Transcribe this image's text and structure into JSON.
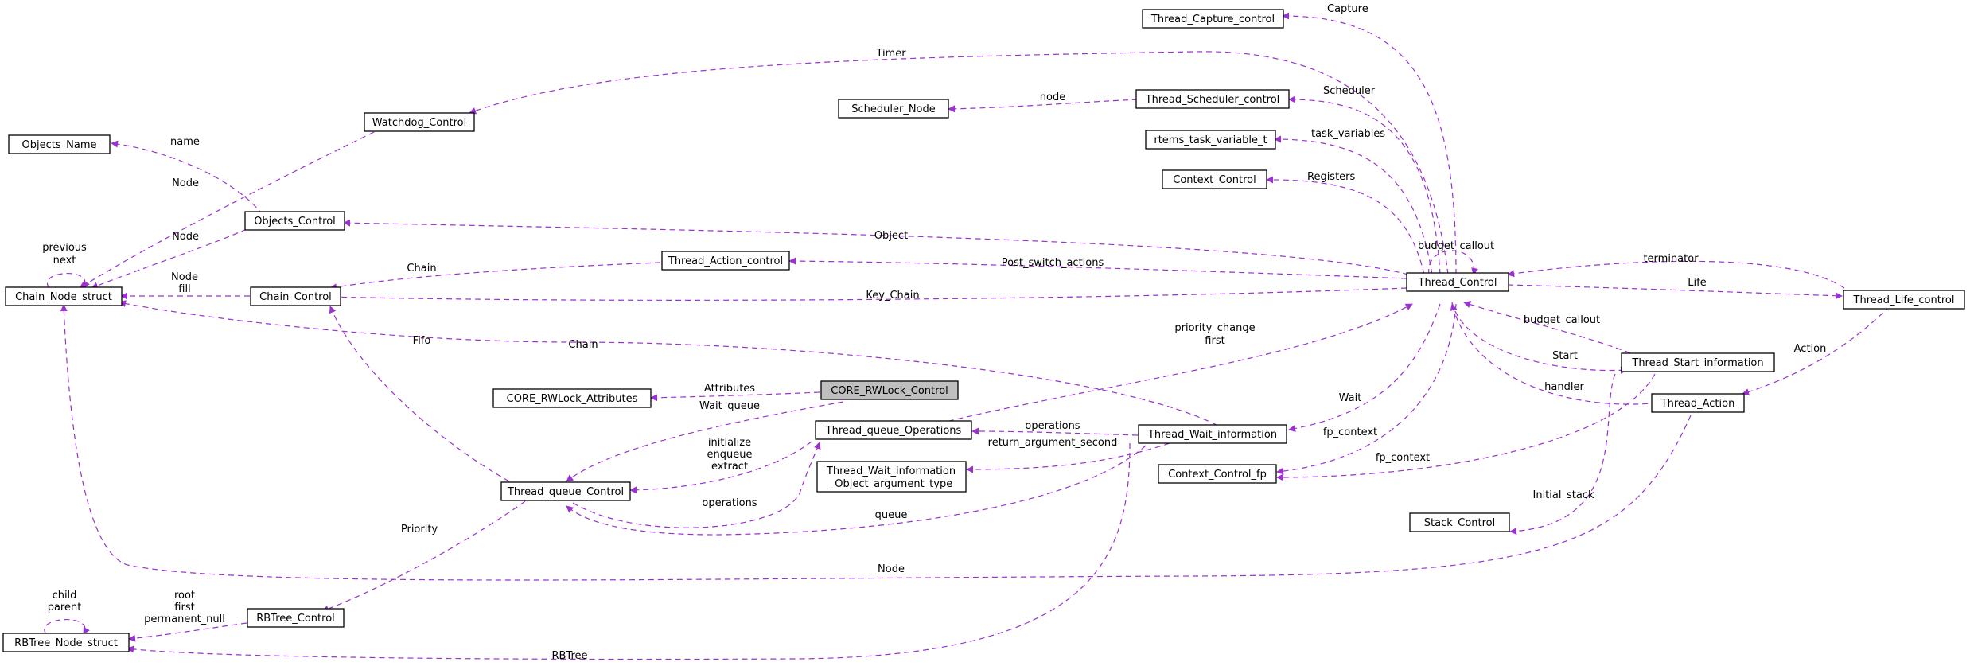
{
  "nodes": {
    "objects_name": "Objects_Name",
    "chain_node_struct": "Chain_Node_struct",
    "watchdog_control": "Watchdog_Control",
    "objects_control": "Objects_Control",
    "chain_control": "Chain_Control",
    "rbtree_node_struct": "RBTree_Node_struct",
    "rbtree_control": "RBTree_Control",
    "thread_queue_control": "Thread_queue_Control",
    "core_rwlock_attributes": "CORE_RWLock_Attributes",
    "core_rwlock_control": "CORE_RWLock_Control",
    "thread_queue_operations": "Thread_queue_Operations",
    "thread_wait_information_object_argument_type_line1": "Thread_Wait_information",
    "thread_wait_information_object_argument_type_line2": "_Object_argument_type",
    "thread_wait_information": "Thread_Wait_information",
    "thread_action_control": "Thread_Action_control",
    "scheduler_node": "Scheduler_Node",
    "thread_capture_control": "Thread_Capture_control",
    "thread_scheduler_control": "Thread_Scheduler_control",
    "rtems_task_variable_t": "rtems_task_variable_t",
    "context_control": "Context_Control",
    "thread_control": "Thread_Control",
    "context_control_fp": "Context_Control_fp",
    "stack_control": "Stack_Control",
    "thread_start_information": "Thread_Start_information",
    "thread_action": "Thread_Action",
    "thread_life_control": "Thread_Life_control"
  },
  "edge_labels": {
    "name": "name",
    "watchdog_node": "Node",
    "objects_node": "Node",
    "previous_next_1": "previous",
    "previous_next_2": "next",
    "chain_node_fill_1": "Node",
    "chain_node_fill_2": "fill",
    "chain": "Chain",
    "wait_chain": "Chain",
    "fifo": "Fifo",
    "timer": "Timer",
    "node_scheduler": "node",
    "capture": "Capture",
    "scheduler": "Scheduler",
    "task_variables": "task_variables",
    "registers": "Registers",
    "object": "Object",
    "budget_callout_self": "budget_callout",
    "post_switch_actions": "Post_switch_actions",
    "key_chain": "Key_Chain",
    "terminator": "terminator",
    "life": "Life",
    "budget_callout": "budget_callout",
    "action": "Action",
    "start": "Start",
    "handler": "handler",
    "priority_change_1": "priority_change",
    "priority_change_2": "first",
    "attributes": "Attributes",
    "wait_queue": "Wait_queue",
    "wait": "Wait",
    "fp_context_thread": "fp_context",
    "fp_context_start": "fp_context",
    "initial_stack": "Initial_stack",
    "operations_wait": "operations",
    "return_argument_second": "return_argument_second",
    "init_ops_1": "initialize",
    "init_ops_2": "enqueue",
    "init_ops_3": "extract",
    "operations_queue": "operations",
    "queue": "queue",
    "priority": "Priority",
    "rbtree_root_1": "root",
    "rbtree_root_2": "first",
    "rbtree_root_3": "permanent_null",
    "child_parent_1": "child",
    "child_parent_2": "parent",
    "action_node": "Node",
    "rbtree": "RBTree"
  }
}
